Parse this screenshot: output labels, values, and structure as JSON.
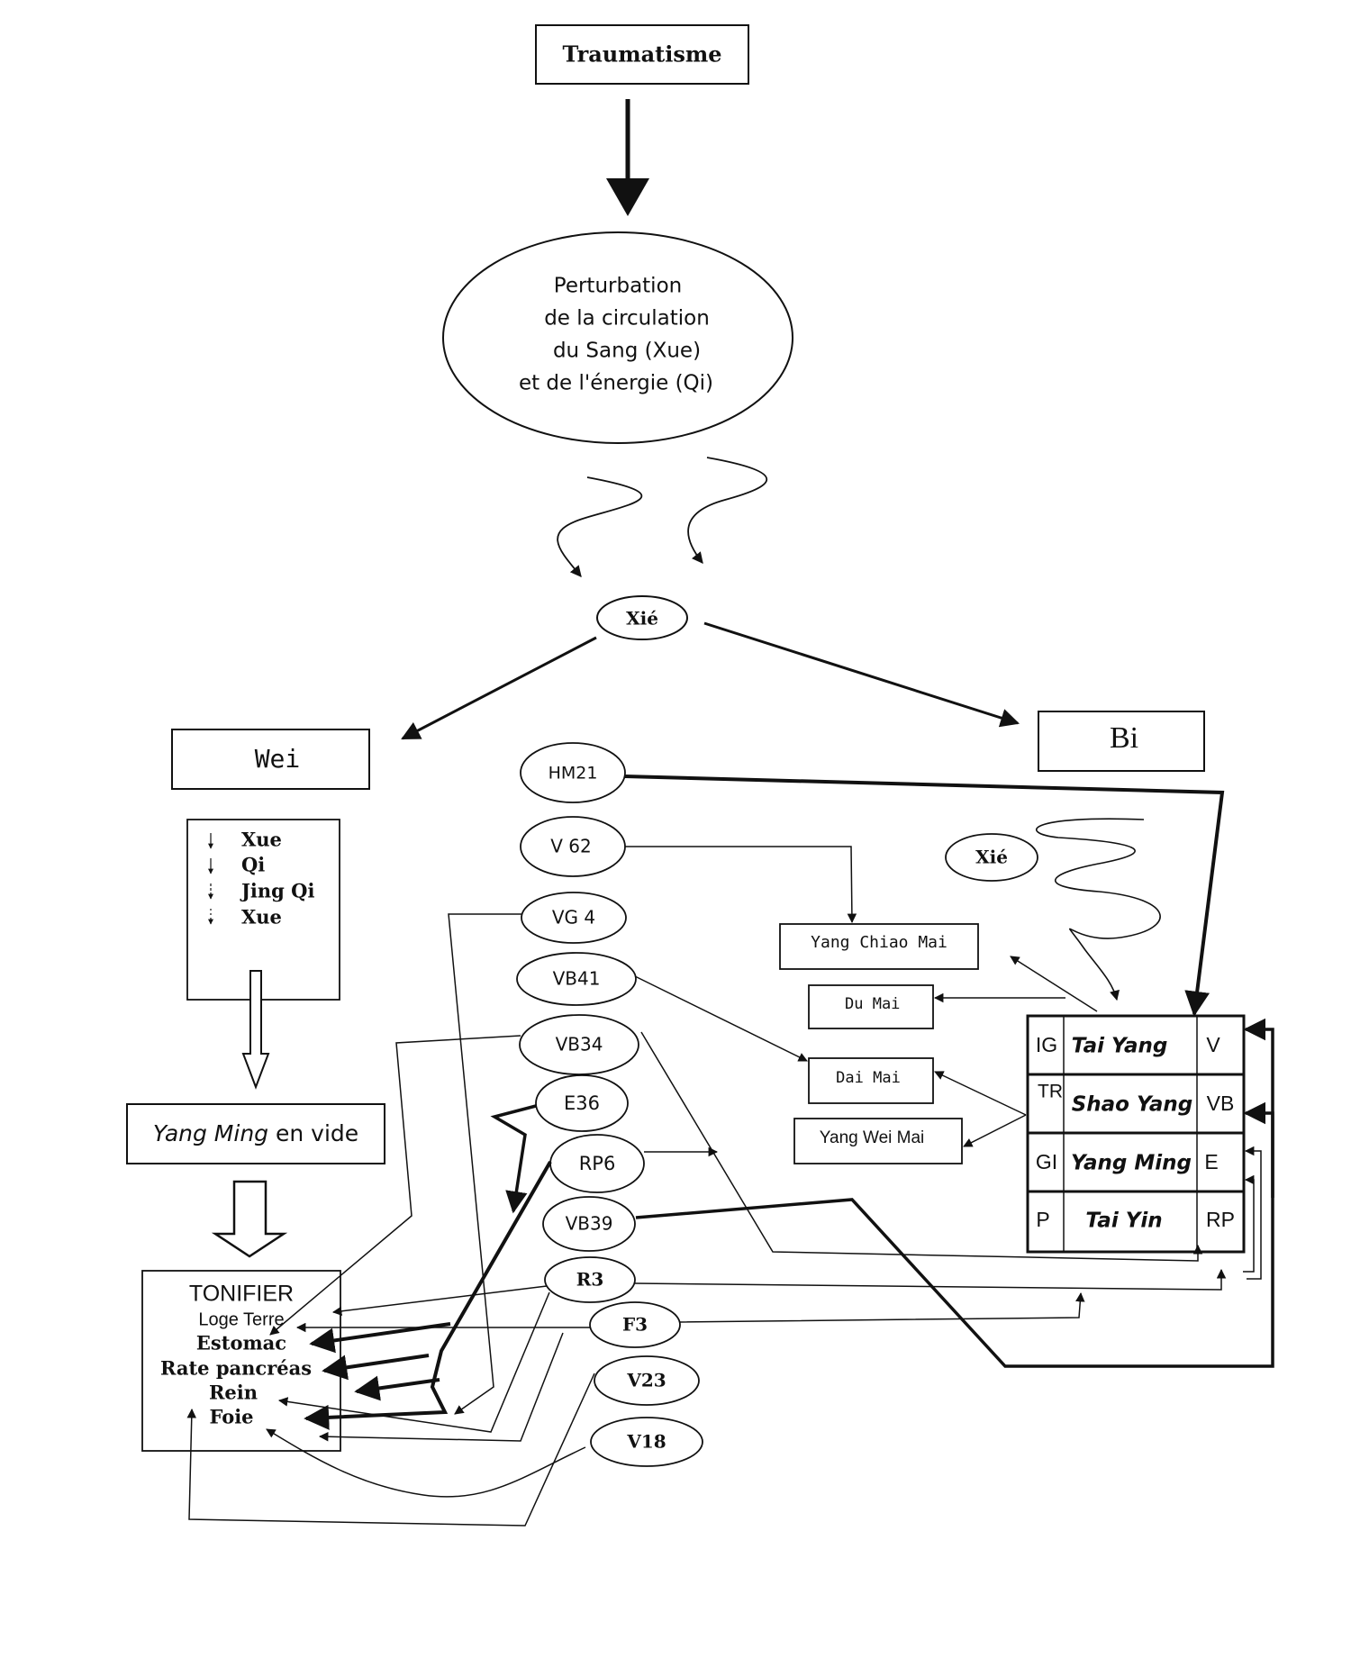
{
  "top": {
    "traumatisme": "Traumatisme"
  },
  "ellipse": {
    "line1": "Perturbation",
    "line2": "de la circulation",
    "line3": "du Sang (Xue)",
    "line4": "et de l'énergie (Qi)"
  },
  "xie": "Xié",
  "wei": "Wei",
  "bi": "Bi",
  "wei_list": [
    "Xue",
    "Qi",
    "Jing Qi",
    "Xue"
  ],
  "yang_ming_vide": {
    "italic": "Yang Ming",
    "rest": "en vide"
  },
  "tonifier": {
    "title": "TONIFIER",
    "subtitle": "Loge Terre",
    "items": [
      "Estomac",
      "Rate pancréas",
      "Rein",
      "Foie"
    ]
  },
  "points": [
    "HM21",
    "V 62",
    "VG 4",
    "VB41",
    "VB34",
    "E36",
    "RP6",
    "VB39",
    "R3",
    "F3",
    "V23",
    "V18"
  ],
  "vessels": [
    "Yang Chiao Mai",
    "Du Mai",
    "Dai Mai",
    "Yang Wei Mai"
  ],
  "xie2": "Xié",
  "meridian_table": [
    {
      "left": "IG",
      "middle": "Tai Yang",
      "right": "V"
    },
    {
      "left": "TR",
      "middle": "Shao Yang",
      "right": "VB"
    },
    {
      "left": "GI",
      "middle": "Yang Ming",
      "right": "E"
    },
    {
      "left": "P",
      "middle": "Tai Yin",
      "right": "RP"
    }
  ]
}
